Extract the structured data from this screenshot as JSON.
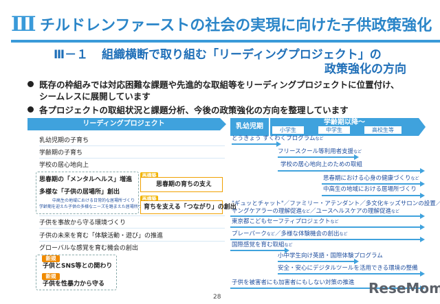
{
  "header": {
    "section_number": "Ⅲ",
    "title": "チルドレンファーストの社会の実現に向けた子供政策強化",
    "subtitle_number": "Ⅲ－１",
    "subtitle_line1": "組織横断で取り組む「リーディングプロジェクト」の",
    "subtitle_line2": "政策強化の方向"
  },
  "bullets": [
    {
      "line1": "既存の枠組みでは対応困難な課題や先進的な取組等をリーディングプロジェクトに位置付け、",
      "line2": "シームレスに展開しています"
    },
    {
      "line1": "各プロジェクトの取組状況と課題分析、今後の政策強化の方向を整理しています",
      "line2": ""
    }
  ],
  "table_header": {
    "left": "リーディングプロジェクト",
    "infant": "乳幼児期",
    "school_age": "学齢期以降～",
    "grades": [
      "小学生",
      "中学生",
      "高校生等"
    ]
  },
  "projects": [
    "乳幼児期の子育ち",
    "学齢期の子育ち",
    "学校の居心地向上",
    "思春期の「メンタルヘルス」増進",
    "多様な「子供の居場所」創出",
    "子供を事故から守る環境づくり",
    "子供の未来を育む「体験活動・遊び」の推進",
    "グローバルな感覚を育む機会の創出",
    "子供とSNS等との関わり",
    "子供を性暴力から守る"
  ],
  "project_notes": {
    "ibasho_line1": "中高生の地域における日常的な居場所づくり",
    "ibasho_line2": "学齢期を迎えた子供の多様なニーズを踏まえた居場所づくり"
  },
  "new_label": "新規",
  "reorg_label": "再構築",
  "merged": [
    "思春期の育ちの支え",
    "育ちを支える「つながり」の創出"
  ],
  "right_items": [
    {
      "text": "とうきょう すくわくプログラム",
      "suffix": "など"
    },
    {
      "text": "フリースクール等利用者支援",
      "suffix": "など"
    },
    {
      "text": "学校の居心地向上のための取組",
      "suffix": ""
    },
    {
      "text": "思春期における心身の健康づくり",
      "suffix": "など"
    },
    {
      "text": "中高生の地域における居場所づくり",
      "suffix": ""
    },
    {
      "text": "\"ギュッとチャット\"／ファミリー・アテンダント／多文化キッズサロンの設置／",
      "suffix": ""
    },
    {
      "text": "ヤングケアラーの理解促進",
      "suffix": "など",
      "extra": "／ユースヘルスケアの理解促進",
      "extra_suffix": "など"
    },
    {
      "text": "東京都こどもセーフティプロジェクト",
      "suffix": "など"
    },
    {
      "text": "プレーパーク",
      "suffix": "など",
      "extra": "／多様な体験機会の創出",
      "extra_suffix": "など"
    },
    {
      "text": "国際感覚を育む取組",
      "suffix": "など"
    },
    {
      "text": "小中学生向け英語・国際体験プログラム",
      "suffix": ""
    },
    {
      "text": "安全・安心にデジタルツールを活用できる環境の整備",
      "suffix": ""
    },
    {
      "text": "子供を被害者にも加害者にもしない対策の推進",
      "suffix": ""
    }
  ],
  "page_number": "28",
  "watermark": "ReseMom",
  "colors": {
    "accent": "#3fa2dd",
    "title": "#2a85c8",
    "badge_new": "#f08a00",
    "badge_reorg": "#f2b400"
  }
}
